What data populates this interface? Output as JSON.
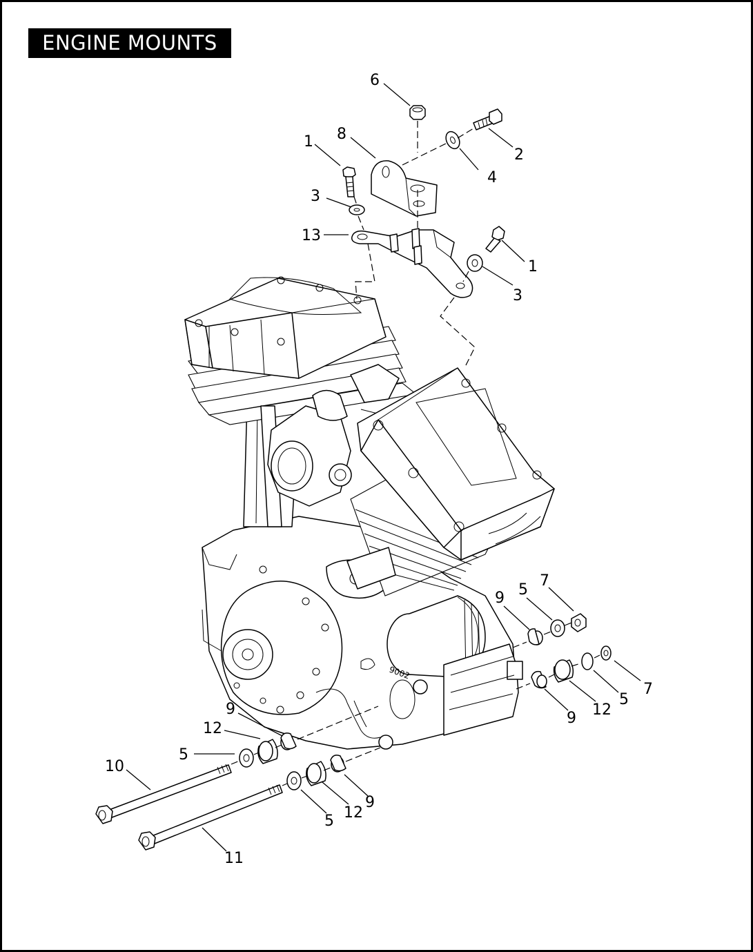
{
  "title": "ENGINE MOUNTS",
  "callouts": [
    "6",
    "8",
    "2",
    "1",
    "4",
    "3",
    "13",
    "1",
    "3",
    "9",
    "5",
    "7",
    "7",
    "5",
    "12",
    "9",
    "9",
    "12",
    "5",
    "10",
    "12",
    "9",
    "5",
    "11"
  ],
  "casting_mark": "9002"
}
